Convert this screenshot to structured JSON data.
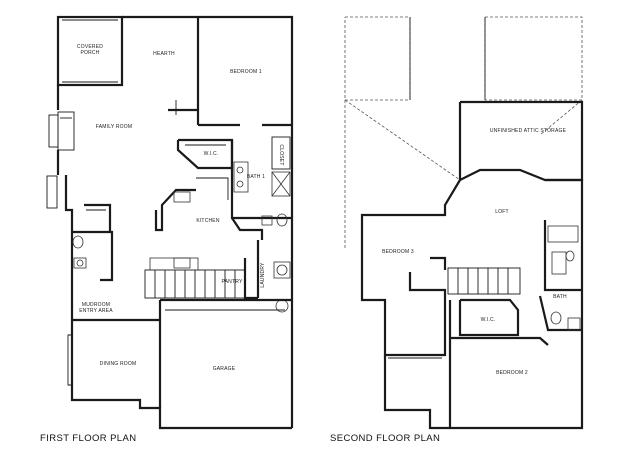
{
  "plans": {
    "first_floor": {
      "title": "FIRST FLOOR PLAN",
      "rooms": {
        "covered_porch": "COVERED\nPORCH",
        "hearth": "HEARTH",
        "bedroom_1": "BEDROOM 1",
        "family_room": "FAMILY ROOM",
        "wic": "W.I.C.",
        "bath_1": "BATH 1",
        "closet": "CLOSET",
        "kitchen": "KITCHEN",
        "laundry": "LAUNDRY",
        "pantry": "PANTRY",
        "mudroom": "MUDROOM\nENTRY AREA",
        "dining_room": "DINING ROOM",
        "garage": "GARAGE"
      }
    },
    "second_floor": {
      "title": "SECOND FLOOR PLAN",
      "rooms": {
        "unfinished_attic": "UNFINISHED ATTIC STORAGE",
        "loft": "LOFT",
        "bedroom_3": "BEDROOM 3",
        "bath": "BATH",
        "wic": "W.I.C.",
        "bedroom_2": "BEDROOM 2"
      }
    }
  }
}
